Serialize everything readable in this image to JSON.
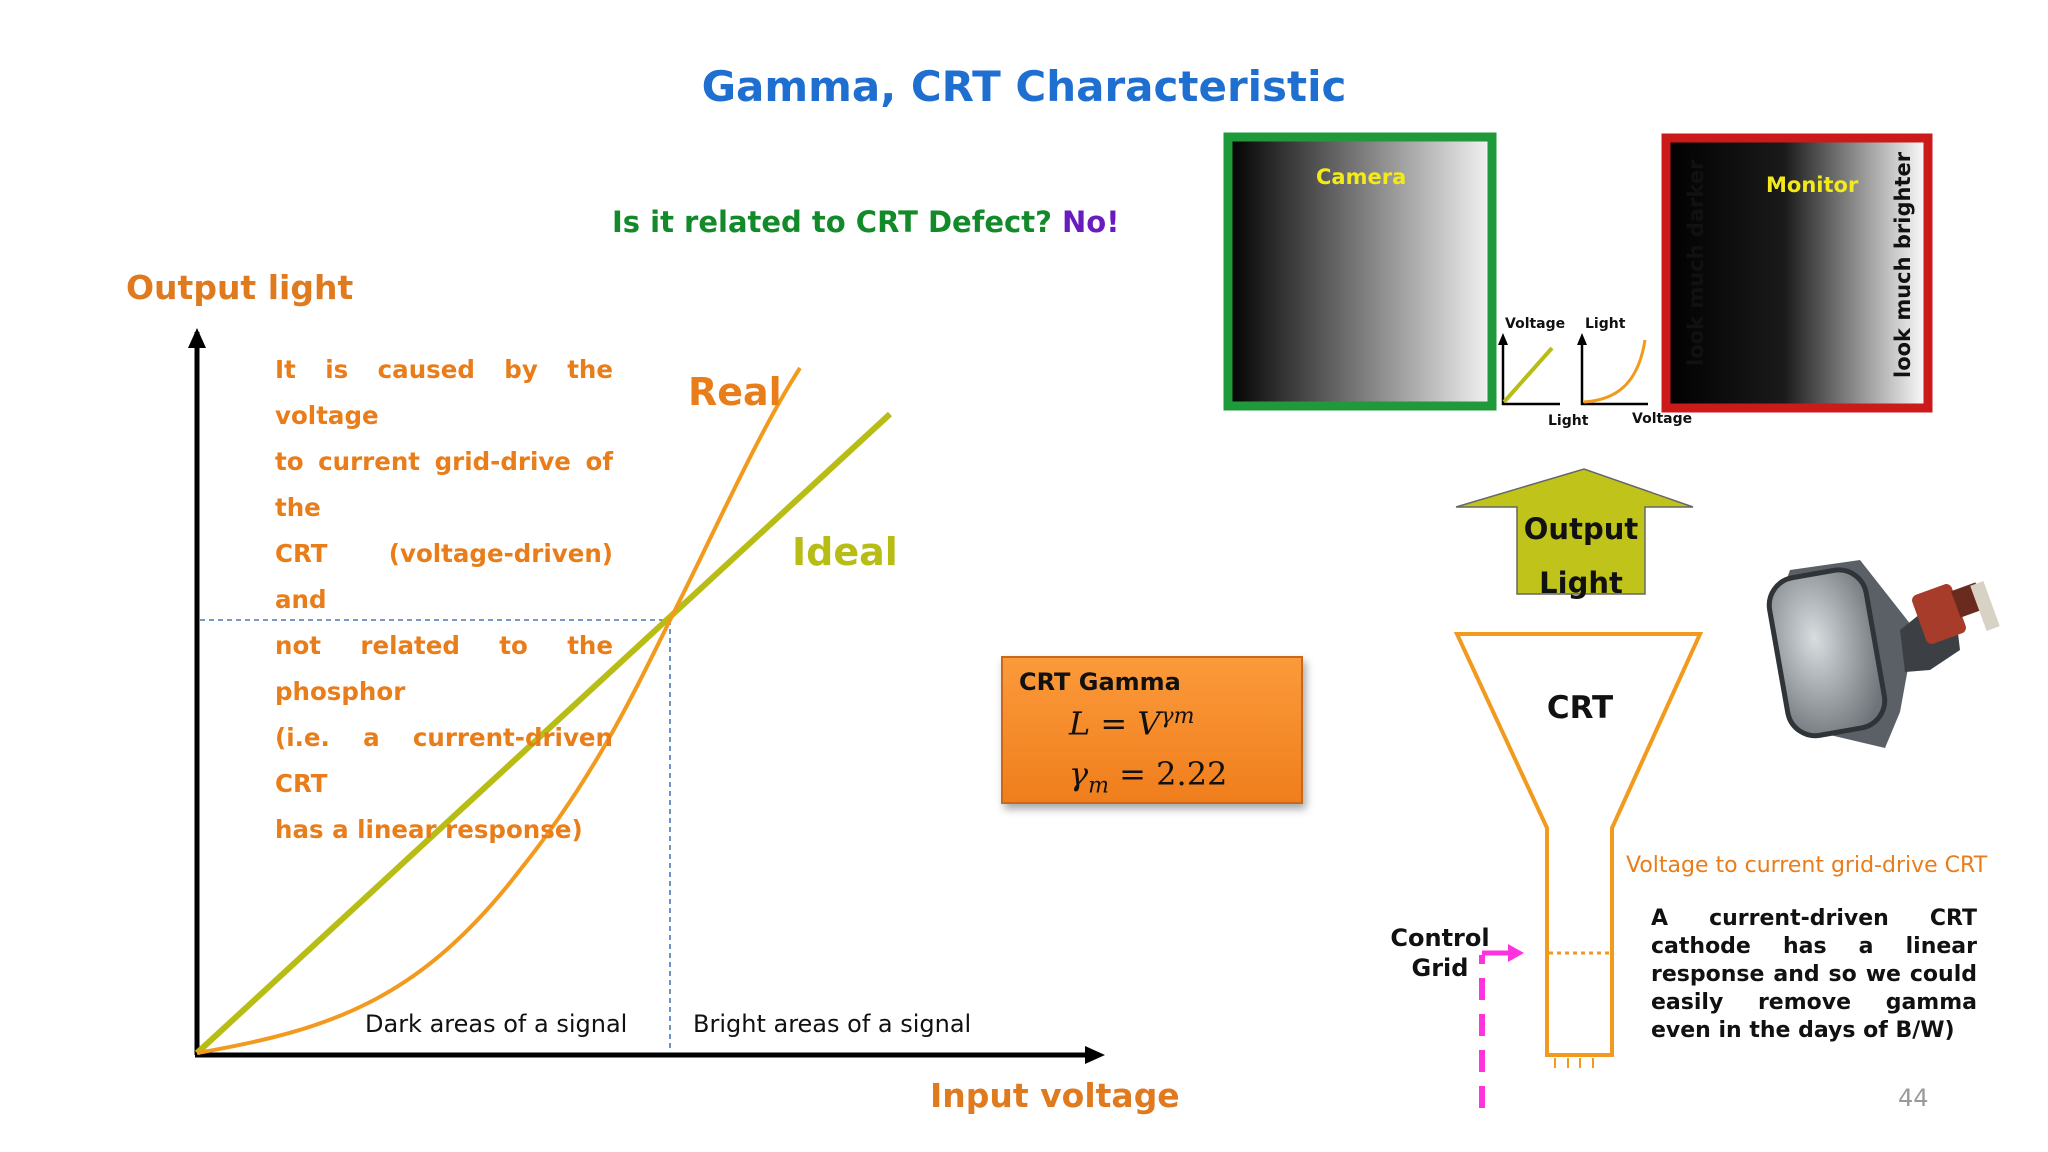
{
  "title": "Gamma, CRT Characteristic",
  "question": {
    "text": "Is it related to CRT Defect?",
    "answer": "No!"
  },
  "graph": {
    "y_axis_label": "Output  light",
    "x_axis_label": "Input voltage",
    "cause_text": "It is caused by the voltage\nto current grid-drive of the\nCRT (voltage-driven) and\nnot related to the phosphor\n(i.e. a current-driven CRT\nhas a linear response)",
    "real_label": "Real",
    "ideal_label": "Ideal",
    "dark_label": "Dark areas of a signal",
    "bright_label": "Bright areas of a signal"
  },
  "gamma_box": {
    "title": "CRT Gamma",
    "eq1_lhs": "L = V",
    "eq1_exp": "γm",
    "eq2_lhs": "γ",
    "eq2_sub": "m",
    "eq2_rhs": " = 2.22",
    "gamma_value": 2.22
  },
  "camera": {
    "label": "Camera"
  },
  "monitor": {
    "label": "Monitor",
    "left_text": "look much darker",
    "right_text": "look much brighter"
  },
  "mini_graph_1": {
    "y_label": "Voltage",
    "x_label": "Light"
  },
  "mini_graph_2": {
    "y_label": "Light",
    "x_label": "Voltage"
  },
  "output_arrow": {
    "line1": "Output",
    "line2": "Light"
  },
  "crt": {
    "label": "CRT",
    "control_grid_line1": "Control",
    "control_grid_line2": "Grid"
  },
  "drive_label": "Voltage to current  grid-drive CRT",
  "note": "A current-driven CRT cathode has a linear response and so we could easily remove gamma even in the days of B/W)",
  "page_number": "44",
  "colors": {
    "title": "#1f6fd1",
    "orange": "#e87d1a",
    "ideal": "#b8bd16",
    "camera_border": "#1e9a3a",
    "monitor_border": "#cc1a1a",
    "grid_marker": "#ff33dd",
    "arrow_fill": "#c0c41a"
  }
}
